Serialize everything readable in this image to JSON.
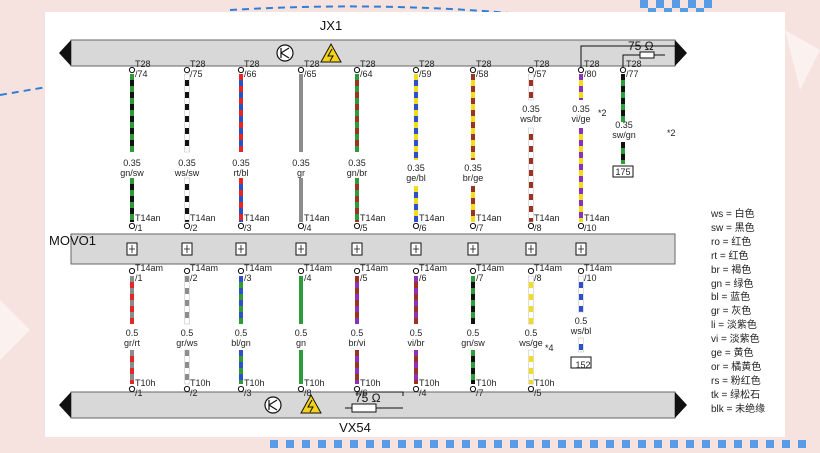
{
  "top_connector": "JX1",
  "middle_connector": "MOVO1",
  "bottom_connector": "VX54",
  "resistor_top": "75 Ω",
  "resistor_bottom": "75 Ω",
  "colors": {
    "gn": "#2e9a3a",
    "sw": "#111111",
    "ws": "#ffffff",
    "rt": "#e02828",
    "bl": "#2d4fc8",
    "gr": "#8c8c8c",
    "br": "#9a3322",
    "ge": "#f2dc1e",
    "vi": "#8a32b8"
  },
  "wires": [
    {
      "top_pin": "T28 /74",
      "top_spec": "0.35 gn/sw",
      "mid_upper": "T14an /1",
      "mid_lower": "T14am /1",
      "low_spec": "0.5 gr/rt",
      "bot_pin": "T10h /1"
    },
    {
      "top_pin": "T28 /75",
      "top_spec": "0.35 ws/sw",
      "mid_upper": "T14an /2",
      "mid_lower": "T14am /2",
      "low_spec": "0.5 gr/ws",
      "bot_pin": "T10h /2"
    },
    {
      "top_pin": "T28 /66",
      "top_spec": "0.35 rt/bl",
      "mid_upper": "T14an /3",
      "mid_lower": "T14am /3",
      "low_spec": "0.5 bl/gn",
      "bot_pin": "T10h /3"
    },
    {
      "top_pin": "T28 /65",
      "top_spec": "0.35 gr",
      "mid_upper": "T14an /4",
      "mid_lower": "T14am /4",
      "low_spec": "0.5 gn",
      "bot_pin": "T10h /8"
    },
    {
      "top_pin": "T28 /64",
      "top_spec": "0.35 gn/br",
      "mid_upper": "T14an /5",
      "mid_lower": "T14am /5",
      "low_spec": "0.5 br/vi",
      "bot_pin": "T10h /6"
    },
    {
      "top_pin": "T28 /59",
      "top_spec": "0.35 ge/bl",
      "mid_upper": "T14an /6",
      "mid_lower": "T14am /6",
      "low_spec": "0.5 vi/br",
      "bot_pin": "T10h /4"
    },
    {
      "top_pin": "T28 /58",
      "top_spec": "0.35 br/ge",
      "mid_upper": "T14an /7",
      "mid_lower": "T14am /7",
      "low_spec": "0.5 gn/sw",
      "bot_pin": "T10h /7"
    },
    {
      "top_pin": "T28 /57",
      "top_spec": "0.35 ws/br",
      "mid_upper": "T14an /8",
      "mid_lower": "T14am /8",
      "low_spec": "0.5 ws/ge",
      "bot_pin": "T10h /5"
    },
    {
      "top_pin": "T28 /80",
      "top_spec": "0.35 vi/ge",
      "mid_upper": "T14an /10",
      "mid_lower": "T14am /10",
      "low_spec": "0.5 ws/bl",
      "bot_pin": ""
    },
    {
      "top_pin": "T28 /77",
      "top_spec": "0.35 sw/gn",
      "mid_upper": "",
      "mid_lower": "",
      "low_spec": "",
      "bot_pin": ""
    }
  ],
  "notes": {
    "n1": "*2",
    "n2": "*2",
    "n3": "*4"
  },
  "terminals": {
    "t1": "175",
    "t2": "152"
  },
  "legend": [
    "ws = 白色",
    "sw = 黑色",
    "ro = 红色",
    "rt = 红色",
    "br = 褐色",
    "gn = 绿色",
    "bl = 蓝色",
    "gr = 灰色",
    "li = 淡紫色",
    "vi = 淡紫色",
    "ge = 黄色",
    "or = 橘黄色",
    "rs = 粉红色",
    "tk = 绿松石",
    "blk = 未绝缘"
  ]
}
